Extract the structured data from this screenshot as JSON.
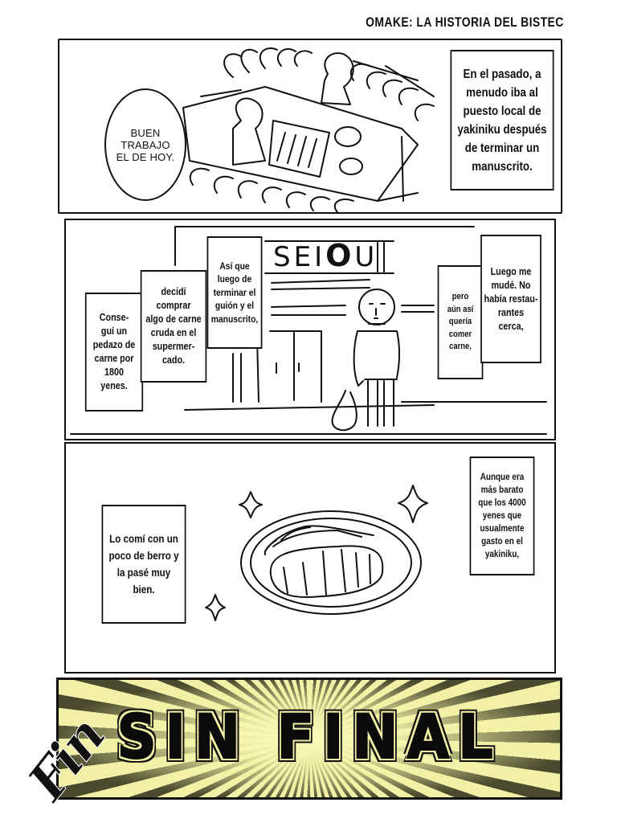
{
  "header": {
    "title": "OMAKE: LA HISTORIA DEL BISTEC"
  },
  "panels": [
    {
      "id": "panel-1",
      "scene": "yakiniku-restaurant-counter",
      "speech_bubble": {
        "lines": [
          "BUEN",
          "TRABAJO",
          "EL DE HOY."
        ]
      },
      "captions": [
        {
          "lines": [
            "En el pasado, a",
            "menudo iba al",
            "puesto local de",
            "yakiniku después",
            "de terminar un",
            "manuscrito."
          ]
        }
      ]
    },
    {
      "id": "panel-2",
      "scene": "supermarket-storefront",
      "store_sign": {
        "prefix": "SEI",
        "highlight": "O",
        "suffix": "U"
      },
      "captions": [
        {
          "name": "asi-que",
          "lines": [
            "Así que",
            "luego de",
            "terminar el",
            "guión y el",
            "manuscrito,"
          ]
        },
        {
          "name": "decidi",
          "lines": [
            "decidí",
            "comprar",
            "algo de carne",
            "cruda en el",
            "supermer-",
            "cado."
          ]
        },
        {
          "name": "consegui",
          "lines": [
            "Conse-",
            "guí un",
            "pedazo de",
            "carne por",
            "1800",
            "yenes."
          ]
        },
        {
          "name": "luego-me-mude",
          "lines": [
            "Luego me",
            "mudé. No",
            "había restau-",
            "rantes",
            "cerca,"
          ]
        },
        {
          "name": "pero-aun-asi",
          "lines": [
            "pero",
            "aún así",
            "quería",
            "comer",
            "carne,"
          ]
        }
      ]
    },
    {
      "id": "panel-3",
      "scene": "steak-on-plate-with-sparkles",
      "captions": [
        {
          "name": "aunque",
          "lines": [
            "Aunque era",
            "más barato",
            "que los 4000",
            "yenes que",
            "usualmente",
            "gasto  en el",
            "yakiniku,"
          ]
        },
        {
          "name": "lo-comi",
          "lines": [
            "Lo comí con un",
            "poco de berro y",
            "la pasé muy",
            "bien."
          ]
        }
      ]
    }
  ],
  "banner": {
    "title": "SIN FINAL",
    "logo": "Fin",
    "colors": {
      "ray_light": "#f1f0a6",
      "ray_dark": "#4a4a2e",
      "text": "#0b0b0b"
    }
  }
}
